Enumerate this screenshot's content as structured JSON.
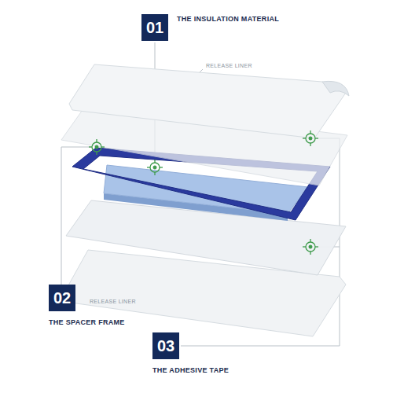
{
  "diagram": {
    "nodes": [
      {
        "text": [
          "01",
          "THE INSULATION MATERIAL"
        ]
      },
      {
        "text": [
          "02",
          "THE SPACER FRAME"
        ]
      },
      {
        "text": [
          "03",
          "THE ADHESIVE TAPE"
        ]
      }
    ],
    "labels": [
      "RELEASE LINER",
      "RELEASE LINER"
    ]
  }
}
